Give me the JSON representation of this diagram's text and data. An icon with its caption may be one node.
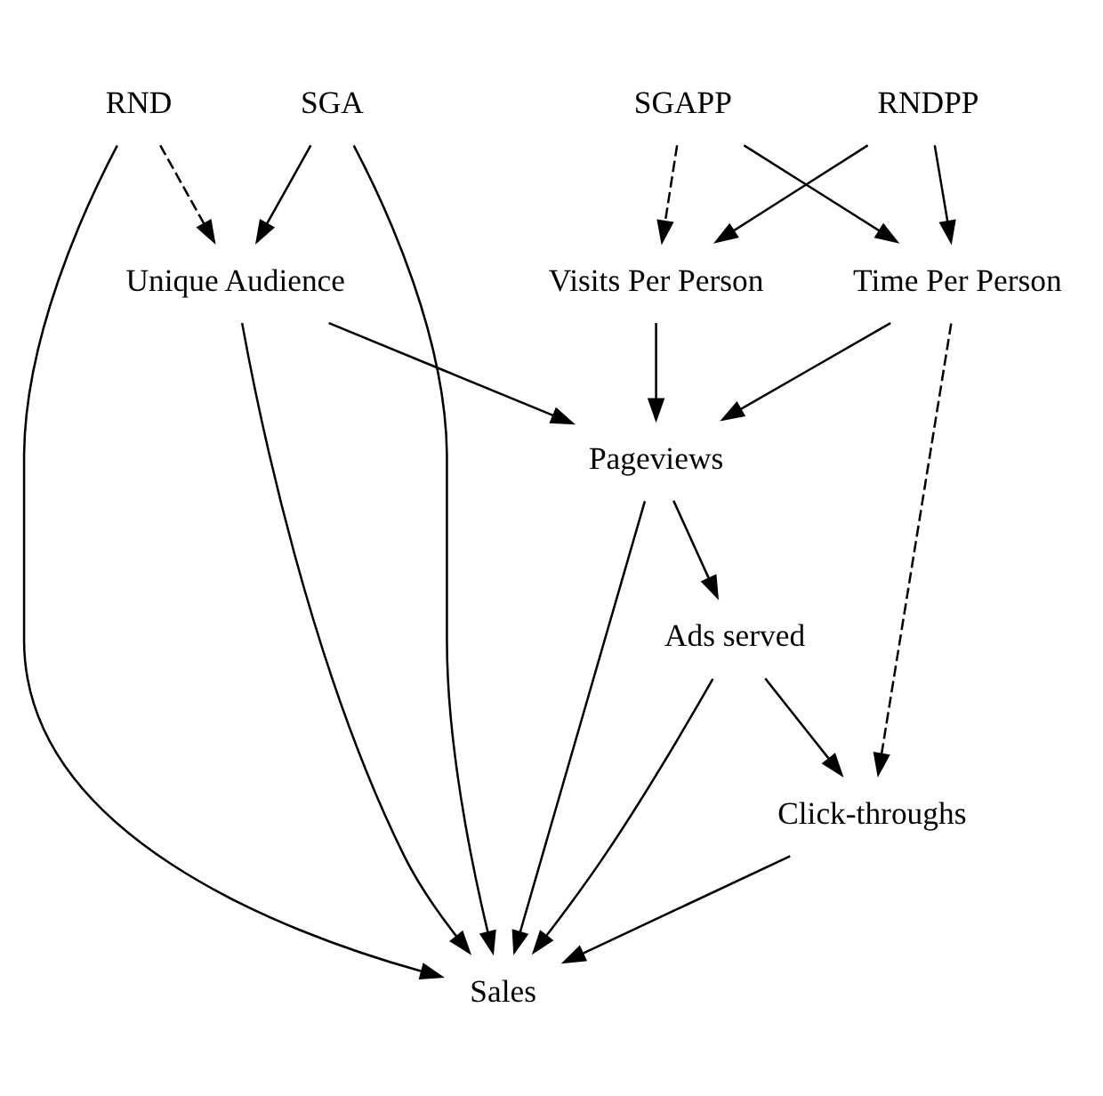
{
  "diagram": {
    "nodes": [
      {
        "text": [
          "RND"
        ]
      },
      {
        "text": [
          "SGA"
        ]
      },
      {
        "text": [
          "SGAPP"
        ]
      },
      {
        "text": [
          "RNDPP"
        ]
      },
      {
        "text": [
          "Unique Audience"
        ]
      },
      {
        "text": [
          "Time Per Person"
        ]
      },
      {
        "text": [
          "Visits Per Person"
        ]
      },
      {
        "text": [
          "Pageviews"
        ]
      },
      {
        "text": [
          "Ads served"
        ]
      },
      {
        "text": [
          "Click-throughs"
        ]
      },
      {
        "text": [
          "Sales"
        ]
      }
    ],
    "edges": [
      {
        "from": 0,
        "to": 4,
        "arrow": "to",
        "style": "dashed"
      },
      {
        "from": 1,
        "to": 4,
        "arrow": "to"
      },
      {
        "from": 2,
        "to": 5,
        "arrow": "to"
      },
      {
        "from": 2,
        "to": 6,
        "arrow": "to",
        "style": "dashed"
      },
      {
        "from": 3,
        "to": 5,
        "arrow": "to"
      },
      {
        "from": 3,
        "to": 6,
        "arrow": "to"
      },
      {
        "from": 4,
        "to": 7,
        "arrow": "to"
      },
      {
        "from": 5,
        "to": 7,
        "arrow": "to"
      },
      {
        "from": 6,
        "to": 7,
        "arrow": "to"
      },
      {
        "from": 5,
        "to": 9,
        "arrow": "to",
        "style": "dashed"
      },
      {
        "from": 7,
        "to": 8,
        "arrow": "to"
      },
      {
        "from": 8,
        "to": 9,
        "arrow": "to"
      },
      {
        "from": 0,
        "to": 10,
        "arrow": "to"
      },
      {
        "from": 1,
        "to": 10,
        "arrow": "to"
      },
      {
        "from": 4,
        "to": 10,
        "arrow": "to"
      },
      {
        "from": 7,
        "to": 10,
        "arrow": "to"
      },
      {
        "from": 8,
        "to": 10,
        "arrow": "to"
      },
      {
        "from": 9,
        "to": 10,
        "arrow": "to"
      }
    ]
  }
}
